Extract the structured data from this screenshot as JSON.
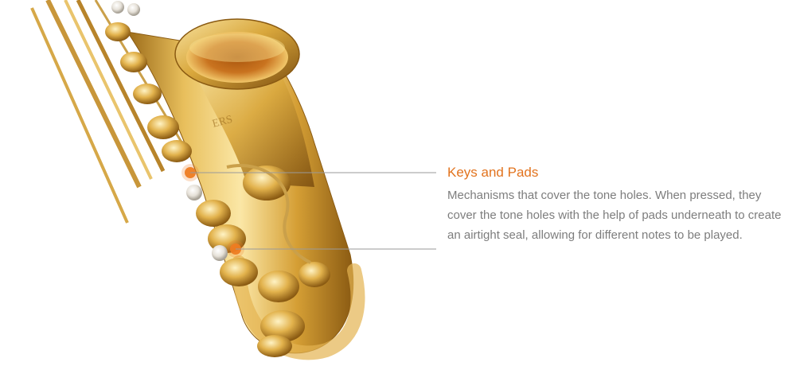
{
  "callout": {
    "title": "Keys and Pads",
    "description": "Mechanisms that cover the tone holes. When pressed, they cover the tone holes with the help of pads underneath to create an airtight seal, allowing for different notes to be played."
  },
  "colors": {
    "accent": "#e2731e",
    "body_text": "#7d7d7d",
    "leader_line": "#9a9a9a",
    "brass_light": "#f6dd8e",
    "brass_mid": "#d9a73c",
    "brass_dark": "#8a5a12"
  },
  "image": {
    "subject": "saxophone-image"
  }
}
